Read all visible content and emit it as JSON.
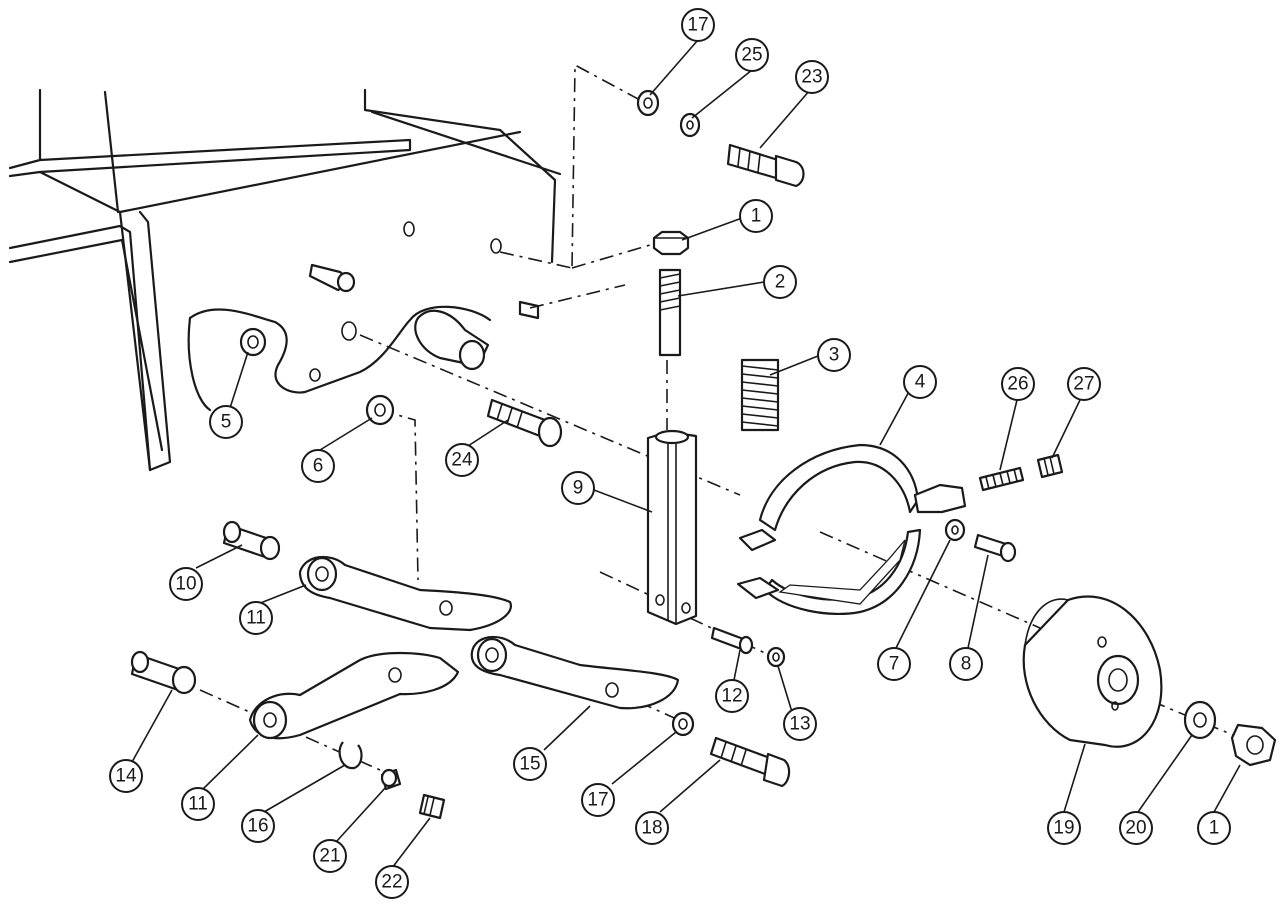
{
  "diagram": {
    "type": "exploded-parts-view",
    "line_color": "#1a1a1a",
    "background": "#ffffff",
    "callouts": [
      {
        "id": "c-17a",
        "label": "17"
      },
      {
        "id": "c-25",
        "label": "25"
      },
      {
        "id": "c-23",
        "label": "23"
      },
      {
        "id": "c-1a",
        "label": "1"
      },
      {
        "id": "c-2",
        "label": "2"
      },
      {
        "id": "c-3",
        "label": "3"
      },
      {
        "id": "c-4",
        "label": "4"
      },
      {
        "id": "c-26",
        "label": "26"
      },
      {
        "id": "c-27",
        "label": "27"
      },
      {
        "id": "c-5",
        "label": "5"
      },
      {
        "id": "c-6",
        "label": "6"
      },
      {
        "id": "c-24",
        "label": "24"
      },
      {
        "id": "c-9",
        "label": "9"
      },
      {
        "id": "c-7",
        "label": "7"
      },
      {
        "id": "c-8",
        "label": "8"
      },
      {
        "id": "c-10",
        "label": "10"
      },
      {
        "id": "c-11a",
        "label": "11"
      },
      {
        "id": "c-12",
        "label": "12"
      },
      {
        "id": "c-13",
        "label": "13"
      },
      {
        "id": "c-14",
        "label": "14"
      },
      {
        "id": "c-11b",
        "label": "11"
      },
      {
        "id": "c-15",
        "label": "15"
      },
      {
        "id": "c-17b",
        "label": "17"
      },
      {
        "id": "c-18",
        "label": "18"
      },
      {
        "id": "c-16",
        "label": "16"
      },
      {
        "id": "c-21",
        "label": "21"
      },
      {
        "id": "c-22",
        "label": "22"
      },
      {
        "id": "c-19",
        "label": "19"
      },
      {
        "id": "c-20",
        "label": "20"
      },
      {
        "id": "c-1b",
        "label": "1"
      }
    ]
  }
}
